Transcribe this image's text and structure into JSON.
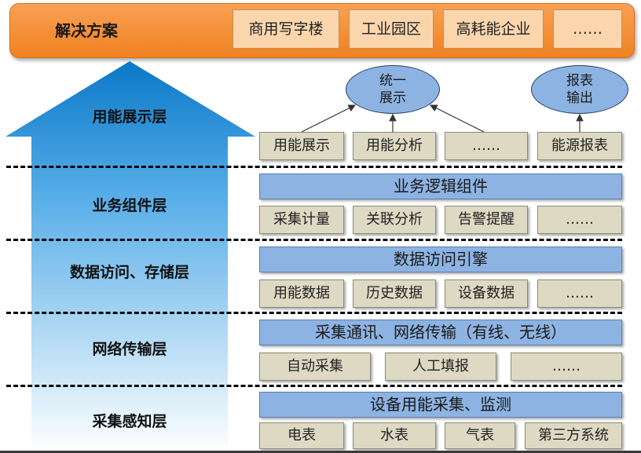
{
  "solution": {
    "title": "解决方案",
    "items": [
      "商用写字楼",
      "工业园区",
      "高耗能企业",
      "……"
    ]
  },
  "layers": [
    {
      "name": "用能展示层",
      "outputs": [
        {
          "label": "统一\n展示"
        },
        {
          "label": "报表\n输出"
        }
      ],
      "items": [
        "用能展示",
        "用能分析",
        "……",
        "能源报表"
      ]
    },
    {
      "name": "业务组件层",
      "bar": "业务逻辑组件",
      "items": [
        "采集计量",
        "关联分析",
        "告警提醒",
        "……"
      ]
    },
    {
      "name": "数据访问、存储层",
      "bar": "数据访问引擎",
      "items": [
        "用能数据",
        "历史数据",
        "设备数据",
        "……"
      ]
    },
    {
      "name": "网络传输层",
      "bar": "采集通讯、网络传输（有线、无线）",
      "items": [
        "自动采集",
        "人工填报",
        "……"
      ]
    },
    {
      "name": "采集感知层",
      "bar": "设备用能采集、监测",
      "items": [
        "电表",
        "水表",
        "气表",
        "第三方系统"
      ]
    }
  ],
  "colors": {
    "banner": "#ef8220",
    "banner_item": "#fbd6ad",
    "arrow_top": "#0a78c8",
    "arrow_bottom": "#ffffff",
    "bar": "#8db3e2",
    "item": "#ddd9c3"
  }
}
